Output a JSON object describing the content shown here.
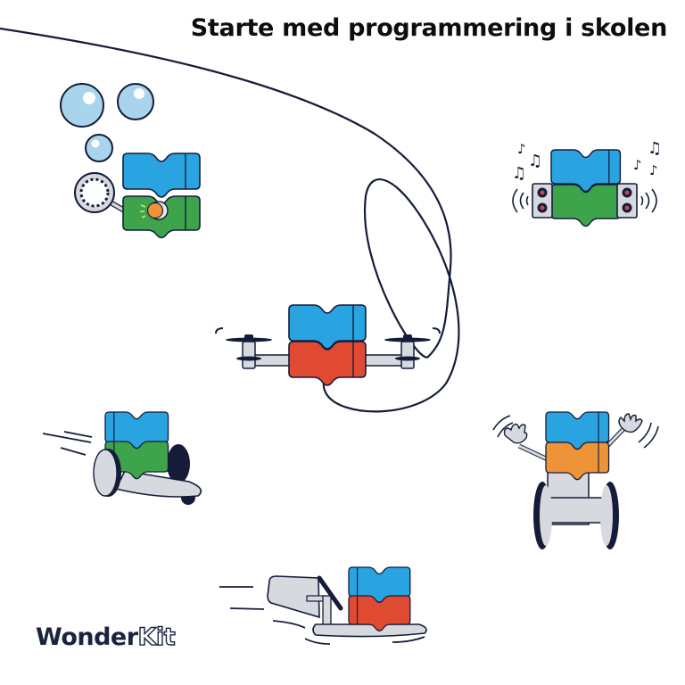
{
  "header": {
    "title": "Starte med programmering i skolen"
  },
  "logo": {
    "word1": "Wonder",
    "word2": "Kit"
  },
  "colors": {
    "outline": "#141c3a",
    "block_blue": "#2aa4e0",
    "block_green": "#3ea44c",
    "block_red": "#e04a33",
    "block_orange": "#ee9338",
    "bubble": "#a9d4ec",
    "gray_part": "#d6d9de"
  },
  "illustrations": [
    {
      "id": "bubble-machine",
      "label": "bubble machine robot"
    },
    {
      "id": "music-speaker",
      "label": "music speaker robot"
    },
    {
      "id": "drone",
      "label": "drone robot"
    },
    {
      "id": "car",
      "label": "wheeled car robot"
    },
    {
      "id": "waving-robot",
      "label": "waving balancing robot"
    },
    {
      "id": "hovercraft",
      "label": "fan boat robot"
    }
  ]
}
